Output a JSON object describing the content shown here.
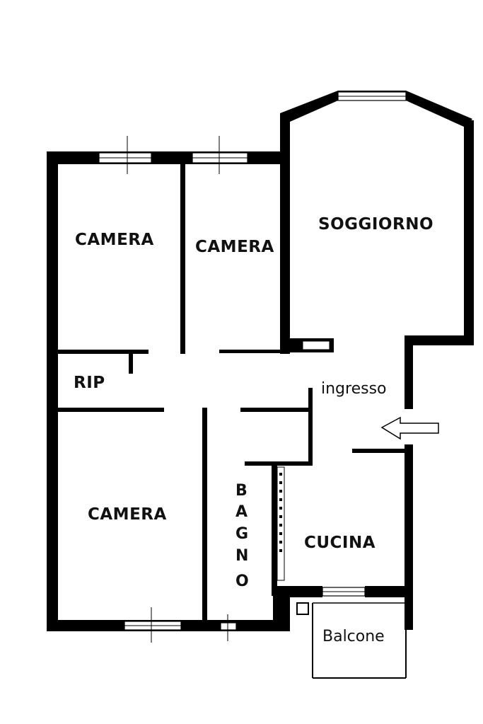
{
  "plan": {
    "rooms": {
      "camera_top_left": "CAMERA",
      "camera_top_middle": "CAMERA",
      "soggiorno": "SOGGIORNO",
      "rip": "RIP",
      "ingresso": "ingresso",
      "camera_bottom": "CAMERA",
      "bagno": [
        "B",
        "A",
        "G",
        "N",
        "O"
      ],
      "cucina": "CUCINA",
      "balcone": "Balcone"
    },
    "colors": {
      "walls": "#000000",
      "background": "#ffffff"
    },
    "icons": {
      "entrance": "arrow-left-icon"
    }
  }
}
